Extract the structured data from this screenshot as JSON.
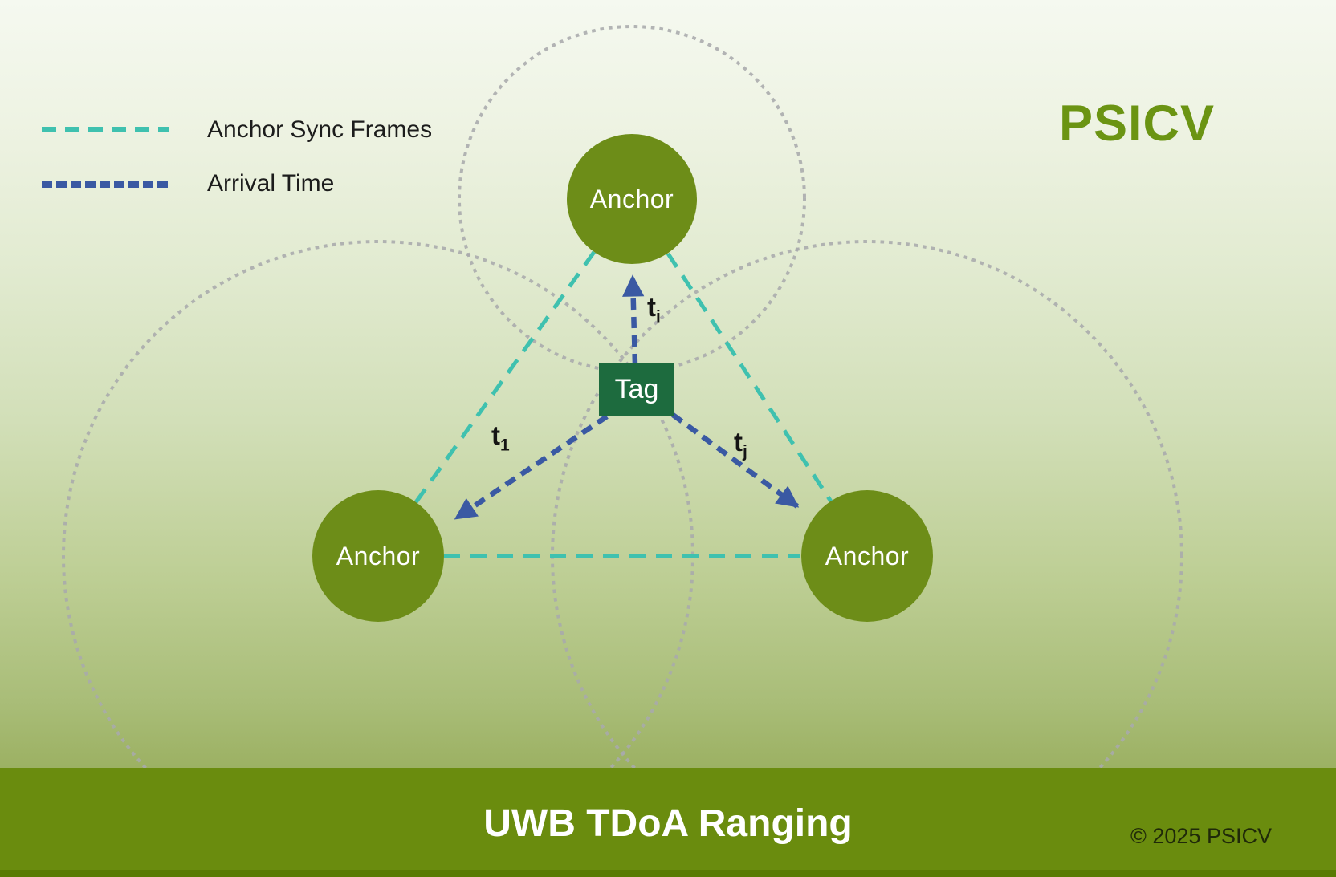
{
  "logo": "PSICV",
  "legend": {
    "sync": {
      "label": "Anchor Sync Frames",
      "color": "#3fc1af",
      "style": "dashed"
    },
    "arrival": {
      "label": "Arrival Time",
      "color": "#3a59a3",
      "style": "dashed"
    }
  },
  "diagram": {
    "nodes": [
      {
        "id": "anchor-top",
        "label": "Anchor",
        "shape": "circle",
        "color": "#6d8d18"
      },
      {
        "id": "anchor-left",
        "label": "Anchor",
        "shape": "circle",
        "color": "#6d8d18"
      },
      {
        "id": "anchor-right",
        "label": "Anchor",
        "shape": "circle",
        "color": "#6d8d18"
      },
      {
        "id": "tag",
        "label": "Tag",
        "shape": "rect",
        "color": "#1d6b3e"
      }
    ],
    "time_labels": [
      {
        "id": "ti",
        "base": "t",
        "sub": "i",
        "edge": "tag→anchor-top"
      },
      {
        "id": "t1",
        "base": "t",
        "sub": "1",
        "edge": "tag→anchor-left"
      },
      {
        "id": "tj",
        "base": "t",
        "sub": "j",
        "edge": "tag→anchor-right"
      }
    ],
    "edges": {
      "sync_frames": [
        "anchor-top↔anchor-left",
        "anchor-top↔anchor-right",
        "anchor-left↔anchor-right"
      ],
      "arrival_time": [
        "tag→anchor-top",
        "tag→anchor-left",
        "tag→anchor-right"
      ],
      "range_circles": [
        "around anchor-top",
        "around anchor-left",
        "around anchor-right"
      ]
    }
  },
  "footer": {
    "title": "UWB TDoA Ranging",
    "copyright": "© 2025 PSICV",
    "bar_color": "#6a8c0e"
  },
  "colors": {
    "teal_sync": "#3fc1af",
    "blue_arrival": "#3a59a3",
    "anchor_fill": "#6d8d18",
    "tag_fill": "#1d6b3e",
    "range_dotted": "#a9aaac",
    "logo_green": "#6b9413"
  }
}
